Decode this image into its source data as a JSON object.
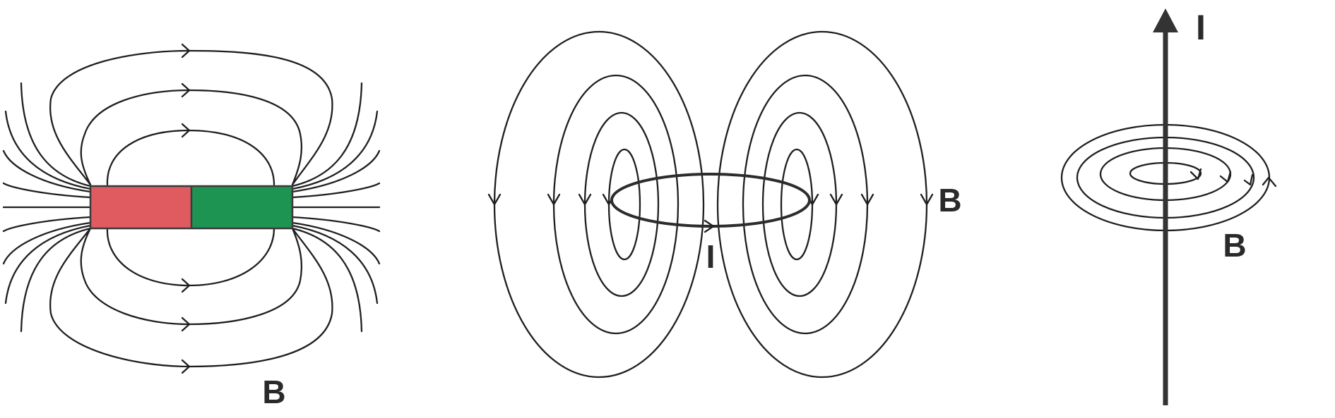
{
  "panels": {
    "bar_magnet": {
      "field_label": "B",
      "colors": {
        "north": "#df5b5f",
        "south": "#1e9453",
        "outline": "#3a3a3a"
      }
    },
    "current_loop": {
      "field_label": "B",
      "current_label": "I"
    },
    "straight_wire": {
      "field_label": "B",
      "current_label": "I",
      "wire_color": "#333333"
    }
  }
}
